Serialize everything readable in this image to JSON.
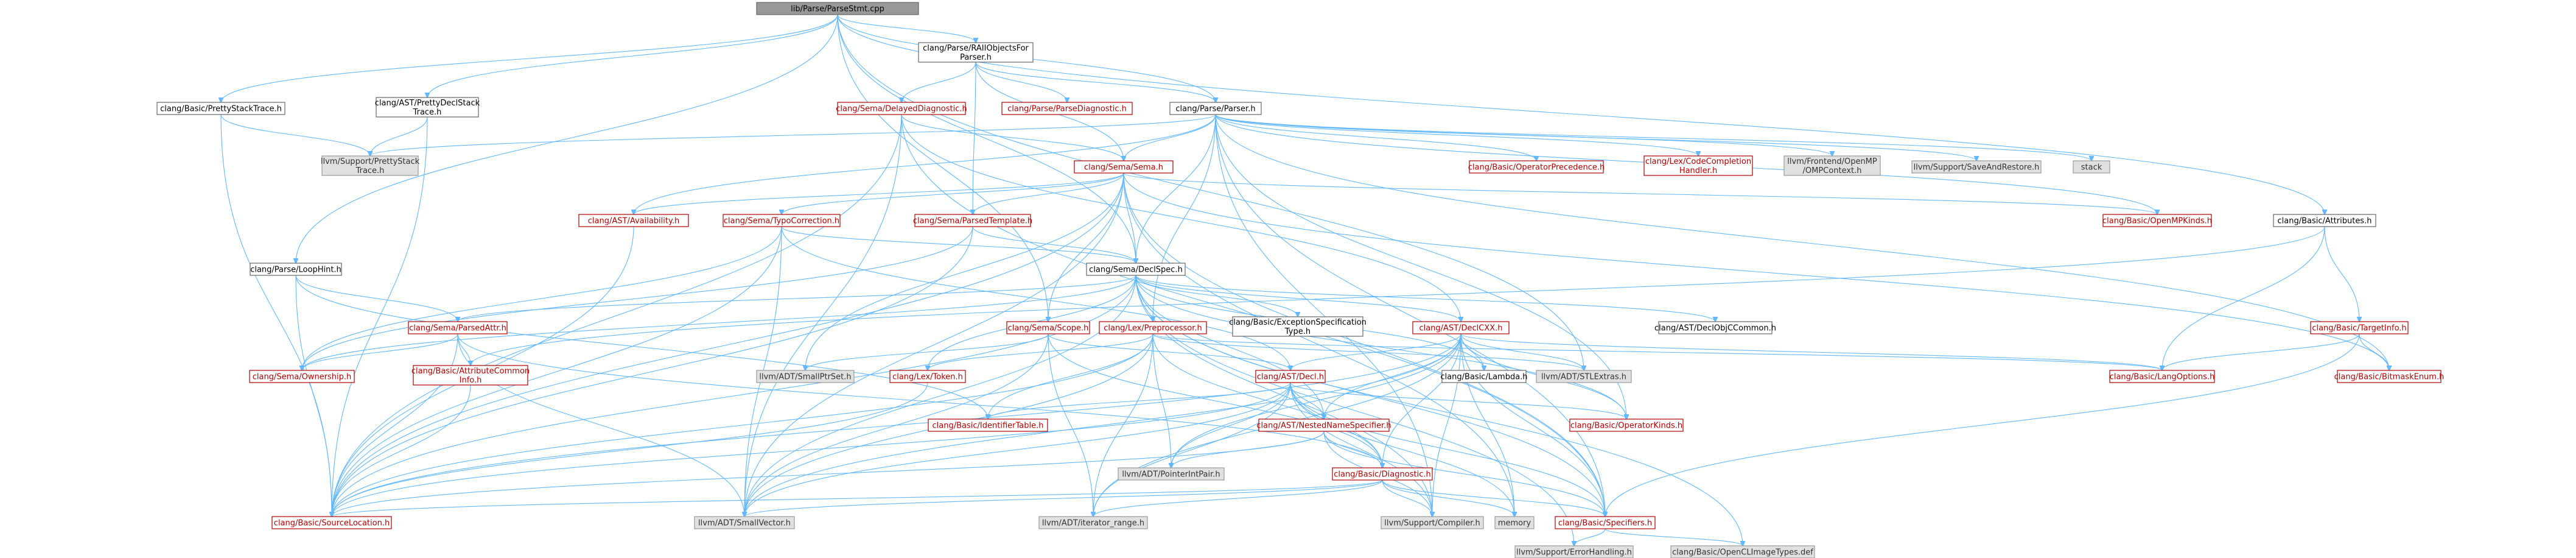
{
  "nodes": [
    {
      "id": "root",
      "label": [
        "lib/Parse/ParseStmt.cpp"
      ],
      "kind": "root"
    },
    {
      "id": "raiiobj",
      "label": [
        "clang/Parse/RAIIObjectsFor",
        "Parser.h"
      ],
      "kind": "int"
    },
    {
      "id": "prettystack",
      "label": [
        "clang/Basic/PrettyStackTrace.h"
      ],
      "kind": "int"
    },
    {
      "id": "prettydecl",
      "label": [
        "clang/AST/PrettyDeclStack",
        "Trace.h"
      ],
      "kind": "int"
    },
    {
      "id": "delayeddiag",
      "label": [
        "clang/Sema/DelayedDiagnostic.h"
      ],
      "kind": "red"
    },
    {
      "id": "parsediag",
      "label": [
        "clang/Parse/ParseDiagnostic.h"
      ],
      "kind": "red"
    },
    {
      "id": "parser",
      "label": [
        "clang/Parse/Parser.h"
      ],
      "kind": "int"
    },
    {
      "id": "llvmprettystack",
      "label": [
        "llvm/Support/PrettyStack",
        "Trace.h"
      ],
      "kind": "ext"
    },
    {
      "id": "sema",
      "label": [
        "clang/Sema/Sema.h"
      ],
      "kind": "red"
    },
    {
      "id": "opprec",
      "label": [
        "clang/Basic/OperatorPrecedence.h"
      ],
      "kind": "red"
    },
    {
      "id": "codecompletion",
      "label": [
        "clang/Lex/CodeCompletion",
        "Handler.h"
      ],
      "kind": "red"
    },
    {
      "id": "openmpctx",
      "label": [
        "llvm/Frontend/OpenMP",
        "/OMPContext.h"
      ],
      "kind": "ext"
    },
    {
      "id": "saverestore",
      "label": [
        "llvm/Support/SaveAndRestore.h"
      ],
      "kind": "ext"
    },
    {
      "id": "stack",
      "label": [
        "stack"
      ],
      "kind": "ext"
    },
    {
      "id": "openmpkinds",
      "label": [
        "clang/Basic/OpenMPKinds.h"
      ],
      "kind": "red"
    },
    {
      "id": "availability",
      "label": [
        "clang/AST/Availability.h"
      ],
      "kind": "red"
    },
    {
      "id": "typocorrection",
      "label": [
        "clang/Sema/TypoCorrection.h"
      ],
      "kind": "red"
    },
    {
      "id": "parsedtemplate",
      "label": [
        "clang/Sema/ParsedTemplate.h"
      ],
      "kind": "red"
    },
    {
      "id": "attributes",
      "label": [
        "clang/Basic/Attributes.h"
      ],
      "kind": "int"
    },
    {
      "id": "loophint",
      "label": [
        "clang/Parse/LoopHint.h"
      ],
      "kind": "int"
    },
    {
      "id": "declspec",
      "label": [
        "clang/Sema/DeclSpec.h"
      ],
      "kind": "int"
    },
    {
      "id": "parsedattr",
      "label": [
        "clang/Sema/ParsedAttr.h"
      ],
      "kind": "red"
    },
    {
      "id": "scope",
      "label": [
        "clang/Sema/Scope.h"
      ],
      "kind": "red"
    },
    {
      "id": "preprocessor",
      "label": [
        "clang/Lex/Preprocessor.h"
      ],
      "kind": "red"
    },
    {
      "id": "exceptionspec",
      "label": [
        "clang/Basic/ExceptionSpecification",
        "Type.h"
      ],
      "kind": "int"
    },
    {
      "id": "declcxx",
      "label": [
        "clang/AST/DeclCXX.h"
      ],
      "kind": "red"
    },
    {
      "id": "declobjccommon",
      "label": [
        "clang/AST/DeclObjCCommon.h"
      ],
      "kind": "int"
    },
    {
      "id": "targetinfo",
      "label": [
        "clang/Basic/TargetInfo.h"
      ],
      "kind": "red"
    },
    {
      "id": "ownership",
      "label": [
        "clang/Sema/Ownership.h"
      ],
      "kind": "red"
    },
    {
      "id": "attrcommon",
      "label": [
        "clang/Basic/AttributeCommon",
        "Info.h"
      ],
      "kind": "red"
    },
    {
      "id": "smallptrset",
      "label": [
        "llvm/ADT/SmallPtrSet.h"
      ],
      "kind": "ext"
    },
    {
      "id": "token",
      "label": [
        "clang/Lex/Token.h"
      ],
      "kind": "red"
    },
    {
      "id": "decl",
      "label": [
        "clang/AST/Decl.h"
      ],
      "kind": "red"
    },
    {
      "id": "lambda",
      "label": [
        "clang/Basic/Lambda.h"
      ],
      "kind": "int"
    },
    {
      "id": "stlextras",
      "label": [
        "llvm/ADT/STLExtras.h"
      ],
      "kind": "ext"
    },
    {
      "id": "langoptions",
      "label": [
        "clang/Basic/LangOptions.h"
      ],
      "kind": "red"
    },
    {
      "id": "bitmaskenum",
      "label": [
        "clang/Basic/BitmaskEnum.h"
      ],
      "kind": "red"
    },
    {
      "id": "identifiertable",
      "label": [
        "clang/Basic/IdentifierTable.h"
      ],
      "kind": "red"
    },
    {
      "id": "nestednamespec",
      "label": [
        "clang/AST/NestedNameSpecifier.h"
      ],
      "kind": "red"
    },
    {
      "id": "operatorkinds",
      "label": [
        "clang/Basic/OperatorKinds.h"
      ],
      "kind": "red"
    },
    {
      "id": "pointerintpair",
      "label": [
        "llvm/ADT/PointerIntPair.h"
      ],
      "kind": "ext"
    },
    {
      "id": "diagnostic",
      "label": [
        "clang/Basic/Diagnostic.h"
      ],
      "kind": "red"
    },
    {
      "id": "sourcelocation",
      "label": [
        "clang/Basic/SourceLocation.h"
      ],
      "kind": "red"
    },
    {
      "id": "smallvector",
      "label": [
        "llvm/ADT/SmallVector.h"
      ],
      "kind": "ext"
    },
    {
      "id": "iteratorrange",
      "label": [
        "llvm/ADT/iterator_range.h"
      ],
      "kind": "ext"
    },
    {
      "id": "compiler",
      "label": [
        "llvm/Support/Compiler.h"
      ],
      "kind": "ext"
    },
    {
      "id": "memory",
      "label": [
        "memory"
      ],
      "kind": "ext"
    },
    {
      "id": "specifiers",
      "label": [
        "clang/Basic/Specifiers.h"
      ],
      "kind": "red"
    },
    {
      "id": "errorhandling",
      "label": [
        "llvm/Support/ErrorHandling.h"
      ],
      "kind": "ext"
    },
    {
      "id": "openclimage",
      "label": [
        "clang/Basic/OpenCLImageTypes.def"
      ],
      "kind": "ext"
    }
  ],
  "edges": [
    [
      "root",
      "raiiobj"
    ],
    [
      "root",
      "prettystack"
    ],
    [
      "root",
      "prettydecl"
    ],
    [
      "root",
      "parser"
    ],
    [
      "root",
      "loophint"
    ],
    [
      "root",
      "scope"
    ],
    [
      "root",
      "declspec"
    ],
    [
      "root",
      "attributes"
    ],
    [
      "root",
      "stlextras"
    ],
    [
      "raiiobj",
      "delayeddiag"
    ],
    [
      "raiiobj",
      "parsediag"
    ],
    [
      "raiiobj",
      "parser"
    ],
    [
      "raiiobj",
      "sema"
    ],
    [
      "raiiobj",
      "parsedtemplate"
    ],
    [
      "prettystack",
      "llvmprettystack"
    ],
    [
      "prettystack",
      "sourcelocation"
    ],
    [
      "prettydecl",
      "llvmprettystack"
    ],
    [
      "prettydecl",
      "sourcelocation"
    ],
    [
      "delayeddiag",
      "sema"
    ],
    [
      "delayeddiag",
      "declcxx"
    ],
    [
      "delayeddiag",
      "sourcelocation"
    ],
    [
      "delayeddiag",
      "smallvector"
    ],
    [
      "delayeddiag",
      "specifiers"
    ],
    [
      "parser",
      "sema"
    ],
    [
      "parser",
      "opprec"
    ],
    [
      "parser",
      "codecompletion"
    ],
    [
      "parser",
      "openmpctx"
    ],
    [
      "parser",
      "saverestore"
    ],
    [
      "parser",
      "stack"
    ],
    [
      "parser",
      "openmpkinds"
    ],
    [
      "parser",
      "availability"
    ],
    [
      "parser",
      "declspec"
    ],
    [
      "parser",
      "preprocessor"
    ],
    [
      "parser",
      "llvmprettystack"
    ],
    [
      "parser",
      "bitmaskenum"
    ],
    [
      "parser",
      "specifiers"
    ],
    [
      "parser",
      "operatorkinds"
    ],
    [
      "parser",
      "compiler"
    ],
    [
      "sema",
      "availability"
    ],
    [
      "sema",
      "typocorrection"
    ],
    [
      "sema",
      "parsedtemplate"
    ],
    [
      "sema",
      "declspec"
    ],
    [
      "sema",
      "scope"
    ],
    [
      "sema",
      "openmpkinds"
    ],
    [
      "sema",
      "smallptrset"
    ],
    [
      "sema",
      "smallvector"
    ],
    [
      "sema",
      "specifiers"
    ],
    [
      "sema",
      "bitmaskenum"
    ],
    [
      "sema",
      "memory"
    ],
    [
      "sema",
      "sourcelocation"
    ],
    [
      "availability",
      "sourcelocation"
    ],
    [
      "typocorrection",
      "declspec"
    ],
    [
      "typocorrection",
      "ownership"
    ],
    [
      "typocorrection",
      "decl"
    ],
    [
      "typocorrection",
      "smallvector"
    ],
    [
      "typocorrection",
      "sourcelocation"
    ],
    [
      "parsedtemplate",
      "declspec"
    ],
    [
      "parsedtemplate",
      "ownership"
    ],
    [
      "parsedtemplate",
      "sourcelocation"
    ],
    [
      "attributes",
      "langoptions"
    ],
    [
      "attributes",
      "targetinfo"
    ],
    [
      "attributes",
      "attrcommon"
    ],
    [
      "loophint",
      "parsedattr"
    ],
    [
      "loophint",
      "sourcelocation"
    ],
    [
      "loophint",
      "identifiertable"
    ],
    [
      "declspec",
      "parsedattr"
    ],
    [
      "declspec",
      "exceptionspec"
    ],
    [
      "declspec",
      "declcxx"
    ],
    [
      "declspec",
      "declobjccommon"
    ],
    [
      "declspec",
      "lambda"
    ],
    [
      "declspec",
      "operatorkinds"
    ],
    [
      "declspec",
      "specifiers"
    ],
    [
      "declspec",
      "token"
    ],
    [
      "declspec",
      "ownership"
    ],
    [
      "declspec",
      "nestednamespec"
    ],
    [
      "declspec",
      "sourcelocation"
    ],
    [
      "declspec",
      "smallvector"
    ],
    [
      "declspec",
      "compiler"
    ],
    [
      "declspec",
      "errorhandling"
    ],
    [
      "declspec",
      "openclimage"
    ],
    [
      "parsedattr",
      "ownership"
    ],
    [
      "parsedattr",
      "attrcommon"
    ],
    [
      "parsedattr",
      "diagnostic"
    ],
    [
      "parsedattr",
      "sourcelocation"
    ],
    [
      "parsedattr",
      "smallvector"
    ],
    [
      "scope",
      "diagnostic"
    ],
    [
      "scope",
      "smallptrset"
    ],
    [
      "scope",
      "smallvector"
    ],
    [
      "scope",
      "iteratorrange"
    ],
    [
      "scope",
      "decl"
    ],
    [
      "preprocessor",
      "token"
    ],
    [
      "preprocessor",
      "identifiertable"
    ],
    [
      "preprocessor",
      "diagnostic"
    ],
    [
      "preprocessor",
      "langoptions"
    ],
    [
      "preprocessor",
      "sourcelocation"
    ],
    [
      "preprocessor",
      "smallvector"
    ],
    [
      "preprocessor",
      "iteratorrange"
    ],
    [
      "preprocessor",
      "pointerintpair"
    ],
    [
      "preprocessor",
      "stlextras"
    ],
    [
      "declcxx",
      "decl"
    ],
    [
      "declcxx",
      "lambda"
    ],
    [
      "declcxx",
      "nestednamespec"
    ],
    [
      "declcxx",
      "operatorkinds"
    ],
    [
      "declcxx",
      "specifiers"
    ],
    [
      "declcxx",
      "langoptions"
    ],
    [
      "declcxx",
      "stlextras"
    ],
    [
      "declcxx",
      "pointerintpair"
    ],
    [
      "declcxx",
      "iteratorrange"
    ],
    [
      "declcxx",
      "compiler"
    ],
    [
      "declcxx",
      "memory"
    ],
    [
      "declcxx",
      "diagnostic"
    ],
    [
      "declcxx",
      "smallvector"
    ],
    [
      "declcxx",
      "sourcelocation"
    ],
    [
      "targetinfo",
      "langoptions"
    ],
    [
      "targetinfo",
      "bitmaskenum"
    ],
    [
      "targetinfo",
      "specifiers"
    ],
    [
      "attrcommon",
      "sourcelocation"
    ],
    [
      "token",
      "sourcelocation"
    ],
    [
      "decl",
      "nestednamespec"
    ],
    [
      "decl",
      "identifiertable"
    ],
    [
      "decl",
      "operatorkinds"
    ],
    [
      "decl",
      "diagnostic"
    ],
    [
      "decl",
      "pointerintpair"
    ],
    [
      "decl",
      "specifiers"
    ],
    [
      "decl",
      "sourcelocation"
    ],
    [
      "decl",
      "smallvector"
    ],
    [
      "decl",
      "iteratorrange"
    ],
    [
      "decl",
      "compiler"
    ],
    [
      "decl",
      "memory"
    ],
    [
      "nestednamespec",
      "diagnostic"
    ],
    [
      "nestednamespec",
      "pointerintpair"
    ],
    [
      "nestednamespec",
      "sourcelocation"
    ],
    [
      "nestednamespec",
      "compiler"
    ],
    [
      "nestednamespec",
      "specifiers"
    ],
    [
      "diagnostic",
      "sourcelocation"
    ],
    [
      "diagnostic",
      "specifiers"
    ],
    [
      "diagnostic",
      "smallvector"
    ],
    [
      "diagnostic",
      "iteratorrange"
    ],
    [
      "diagnostic",
      "compiler"
    ],
    [
      "diagnostic",
      "memory"
    ],
    [
      "specifiers",
      "errorhandling"
    ],
    [
      "specifiers",
      "openclimage"
    ]
  ],
  "colors": {
    "edge": "#63b8ff",
    "red_text": "#b40000",
    "root_fill": "#999999",
    "ext_fill": "#e0e0e0"
  }
}
